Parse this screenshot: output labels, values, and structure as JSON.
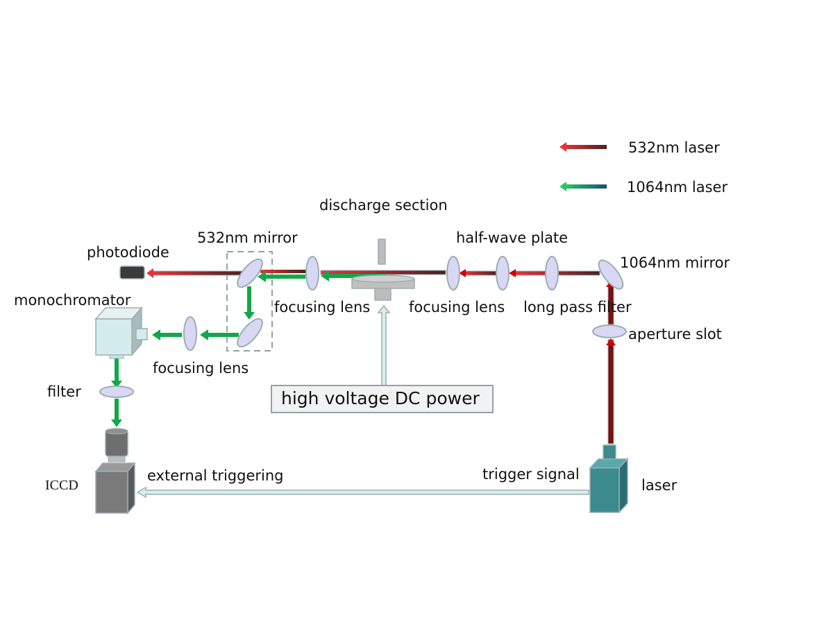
{
  "legend": [
    {
      "label": "532nm laser",
      "color": "#e0303a"
    },
    {
      "label": "1064nm laser",
      "color": "#2cb86a"
    }
  ],
  "labels": {
    "discharge_section": "discharge section",
    "mirror_532": "532nm mirror",
    "half_wave_plate": "half-wave plate",
    "photodiode": "photodiode",
    "mirror_1064": "1064nm mirror",
    "monochromator": "monochromator",
    "focusing_lens_1": "focusing lens",
    "focusing_lens_2": "focusing lens",
    "long_pass_filter": "long pass filter",
    "aperture_slot": "aperture slot",
    "focusing_lens_3": "focusing lens",
    "filter": "filter",
    "hv_power": "high voltage DC power",
    "external_triggering": "external triggering",
    "trigger_signal": "trigger signal",
    "iccd": "ICCD",
    "laser": "laser"
  },
  "colors": {
    "red_beam": "#d40000",
    "green_beam": "#12a84a",
    "outline": "#9aaeb0",
    "lens_fill": "#d8d8f4"
  }
}
